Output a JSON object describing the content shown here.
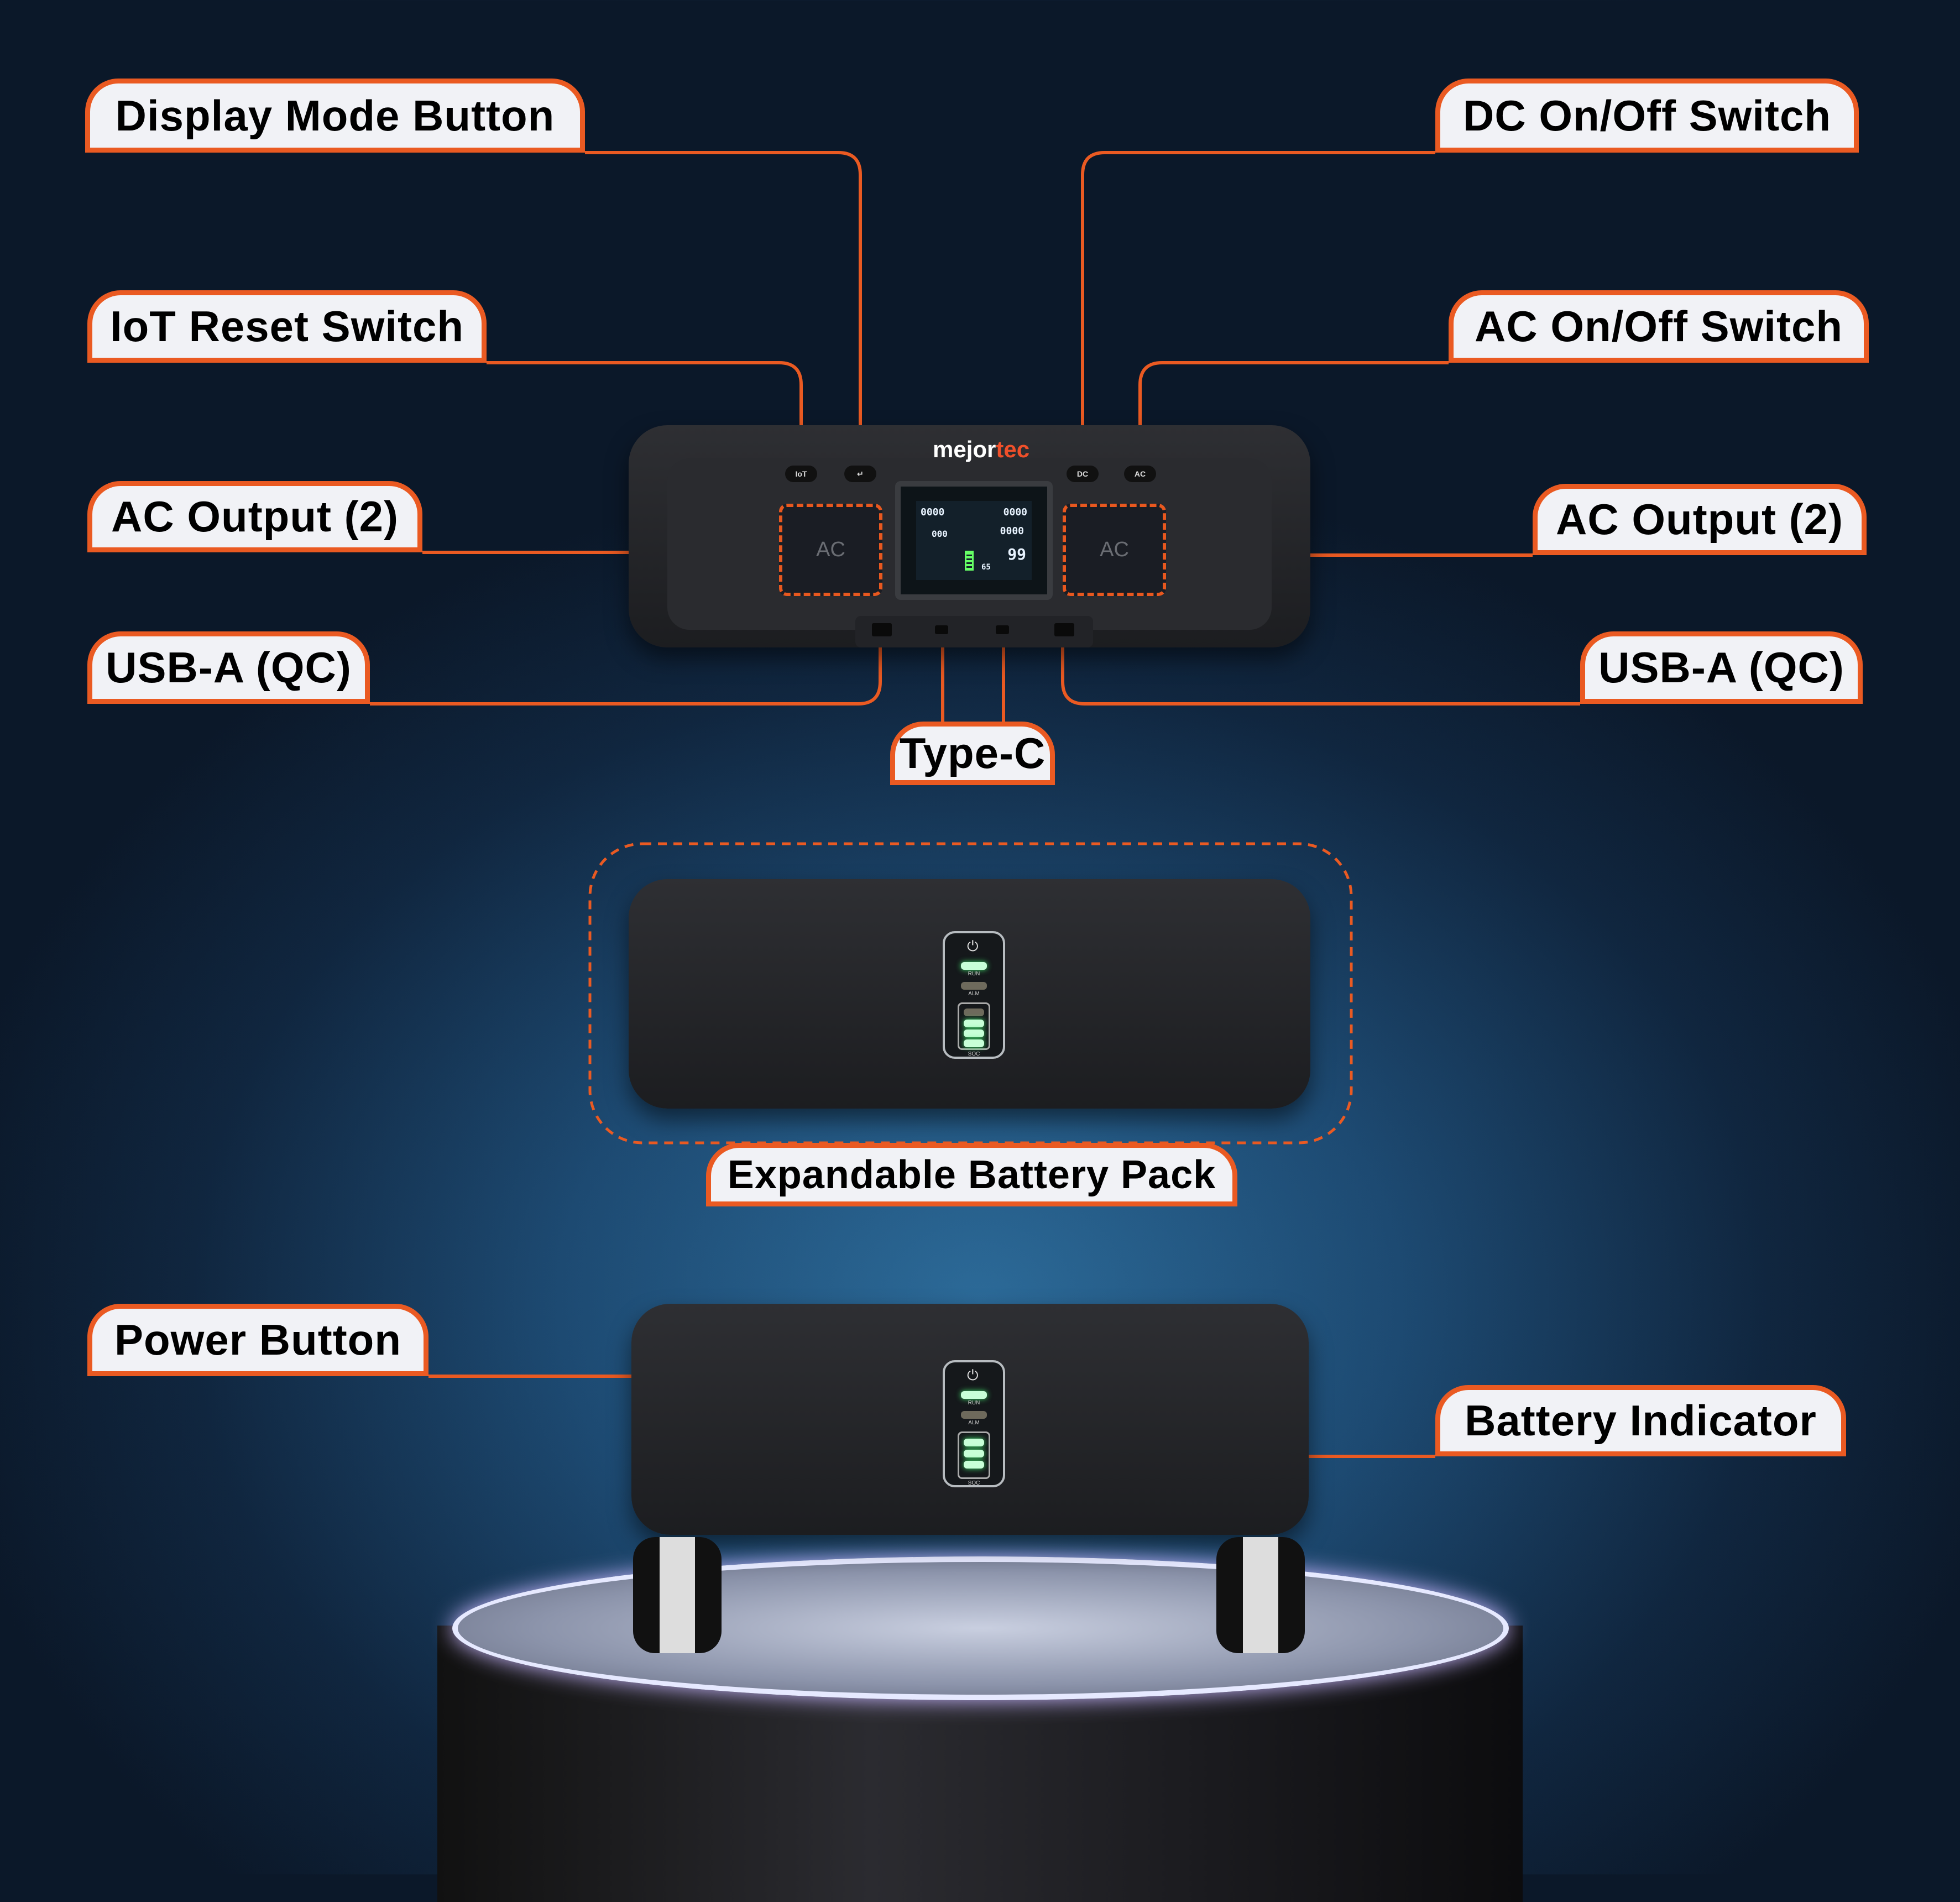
{
  "labels": {
    "display_mode": "Display Mode Button",
    "dc_switch": "DC On/Off Switch",
    "iot_reset": "IoT Reset Switch",
    "ac_switch": "AC On/Off Switch",
    "ac_output_left": "AC Output (2)",
    "ac_output_right": "AC Output (2)",
    "usba_left": "USB-A (QC)",
    "usba_right": "USB-A (QC)",
    "type_c": "Type-C",
    "battery_pack": "Expandable Battery Pack",
    "power_button": "Power Button",
    "battery_indicator": "Battery Indicator"
  },
  "device": {
    "logo_a": "mejor",
    "logo_b": "tec",
    "buttons": [
      "IoT",
      "↵",
      "DC",
      "AC"
    ],
    "socket_label": "AC",
    "lcd": {
      "in_left": "0000",
      "in_right": "0000",
      "out_right": "0000",
      "out_left": "000",
      "percent": "99",
      "small": "65"
    },
    "indicator": {
      "run": "RUN",
      "alm": "ALM",
      "soc": "SOC"
    }
  },
  "colors": {
    "accent": "#ea5a22",
    "label_bg": "#f1f2f6",
    "led": "#3fe06b"
  }
}
